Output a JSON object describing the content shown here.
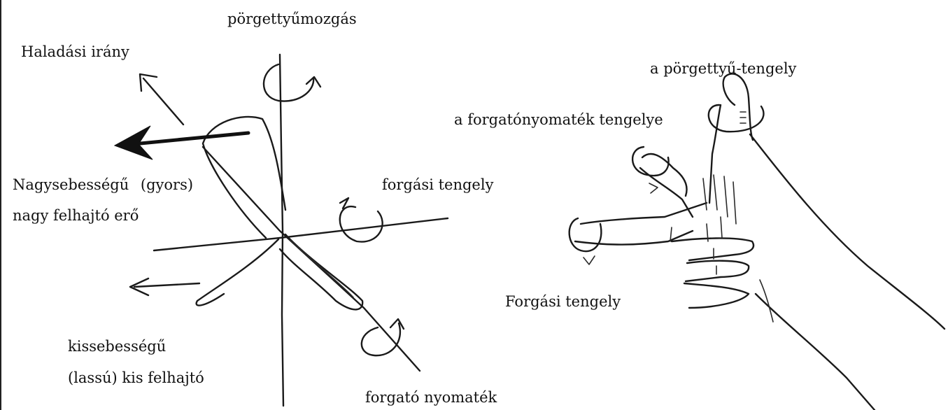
{
  "labels": {
    "porgettyumozgas": "pörgettyűmozgás",
    "haladasi_irany": "Haladási irány",
    "nagysebessegu": "Nagysebességű (gyors)",
    "nagy_felhajto": "nagy felhajtó erő",
    "forgasi_tengely_left": "forgási tengely",
    "kissebessegu": "kissebességű",
    "lassu_kis_felhajto": "(lassú) kis felhajtó",
    "forgato_nyomatek": "forgató nyomaték",
    "porgettyu_tengely": "a pörgettyű-tengely",
    "forgatonyomatek_tengelye": "a forgatónyomaték tengelye",
    "forgasi_tengely_right": "Forgási tengely"
  }
}
